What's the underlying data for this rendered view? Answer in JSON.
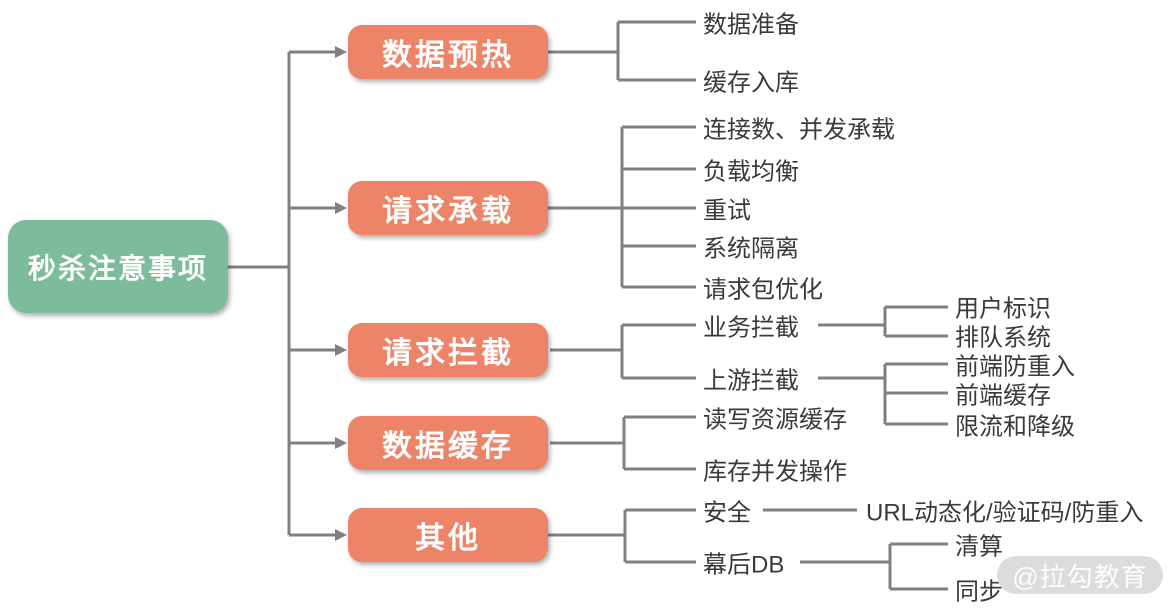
{
  "root": {
    "label": "秒杀注意事项"
  },
  "branches": [
    {
      "label": "数据预热",
      "children": [
        {
          "label": "数据准备"
        },
        {
          "label": "缓存入库"
        }
      ]
    },
    {
      "label": "请求承载",
      "children": [
        {
          "label": "连接数、并发承载"
        },
        {
          "label": "负载均衡"
        },
        {
          "label": "重试"
        },
        {
          "label": "系统隔离"
        },
        {
          "label": "请求包优化"
        }
      ]
    },
    {
      "label": "请求拦截",
      "children": [
        {
          "label": "业务拦截",
          "children": [
            {
              "label": "用户标识"
            },
            {
              "label": "排队系统"
            }
          ]
        },
        {
          "label": "上游拦截",
          "children": [
            {
              "label": "前端防重入"
            },
            {
              "label": "前端缓存"
            },
            {
              "label": "限流和降级"
            }
          ]
        }
      ]
    },
    {
      "label": "数据缓存",
      "children": [
        {
          "label": "读写资源缓存"
        },
        {
          "label": "库存并发操作"
        }
      ]
    },
    {
      "label": "其他",
      "children": [
        {
          "label": "安全",
          "children": [
            {
              "label": "URL动态化/验证码/防重入"
            }
          ]
        },
        {
          "label": "幕后DB",
          "children": [
            {
              "label": "清算"
            },
            {
              "label": "同步"
            }
          ]
        }
      ]
    }
  ],
  "watermark": {
    "label": "@拉勾教育"
  },
  "colors": {
    "root_fill": "#7CBB9B",
    "branch_fill": "#EE8467",
    "line": "#808080",
    "text": "#3A3A3A",
    "node_text": "#FFFFFF",
    "watermark_bg": "#DCDCDC"
  }
}
